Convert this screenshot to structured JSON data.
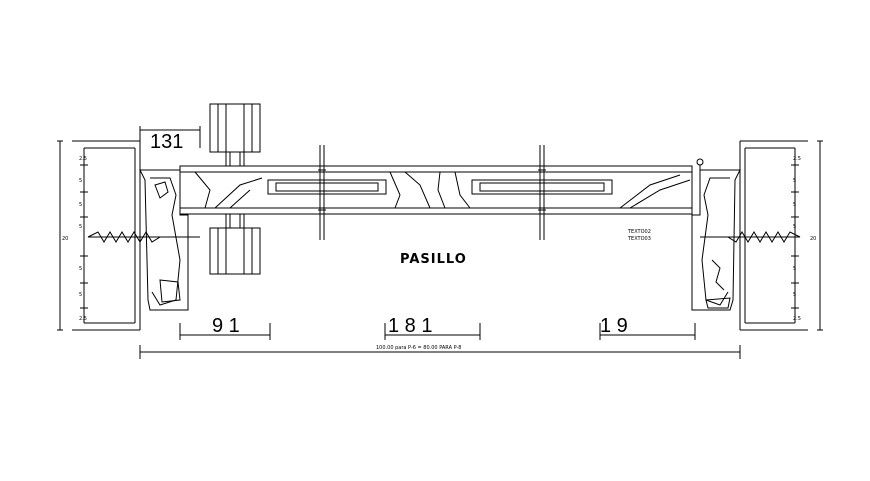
{
  "room_label": "PASILLO",
  "top_dimension": "131",
  "bottom_dims": {
    "left": "9 1",
    "center": "1 8 1",
    "right": "1 9"
  },
  "overall_note": "100.00 para P-6 = 80.00 PARA P-8",
  "text_tags": [
    "TEXTO02",
    "TEXTO03"
  ],
  "left_wall_dims": [
    "2.5",
    "5",
    "5",
    "5",
    "20",
    "5",
    "5",
    "2.5"
  ],
  "right_wall_dims": [
    "2.5",
    "5",
    "5",
    "5",
    "20",
    "5",
    "5",
    "2.5"
  ]
}
